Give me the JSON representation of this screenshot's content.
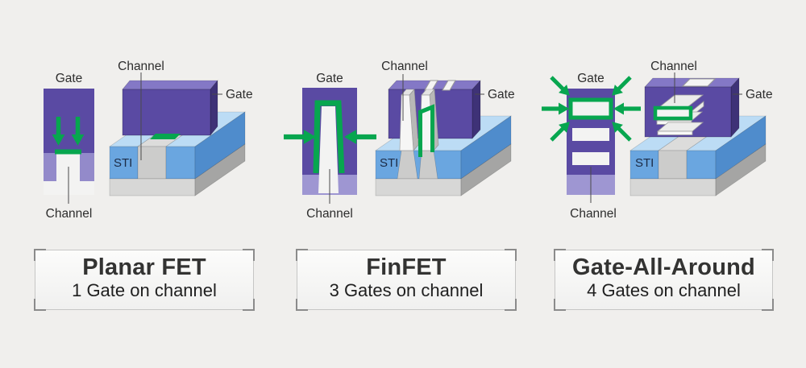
{
  "colors": {
    "background": "#f0efed",
    "green": "#07a64f",
    "purple-front": "#5a4aa3",
    "purple-top": "#8478c6",
    "purple-side": "#3e3277",
    "lavender": "#938aca",
    "lavender-light": "#9e96d2",
    "sti-top": "#bcdcf5",
    "sti-front": "#6aa6e0",
    "sti-side": "#4f8ccc",
    "gray-top": "#dcdcdb",
    "gray-front": "#cccccb",
    "base-front": "#d7d7d6",
    "base-side": "#a5a5a4",
    "white-fill": "#f3f3f2",
    "text": "#2d2d2d",
    "sti-text": "#1c2b45"
  },
  "panels": [
    {
      "title": "Planar FET",
      "subtitle": "1 Gate on channel",
      "labels": {
        "gate_2d": "Gate",
        "channel_2d": "Channel",
        "channel_3d": "Channel",
        "gate_3d": "Gate",
        "sti": "STI"
      }
    },
    {
      "title": "FinFET",
      "subtitle": "3 Gates on channel",
      "labels": {
        "gate_2d": "Gate",
        "channel_2d": "Channel",
        "channel_3d": "Channel",
        "gate_3d": "Gate",
        "sti": "STI"
      }
    },
    {
      "title": "Gate-All-Around",
      "subtitle": "4 Gates on channel",
      "labels": {
        "gate_2d": "Gate",
        "channel_2d": "Channel",
        "channel_3d": "Channel",
        "gate_3d": "Gate",
        "sti": "STI"
      }
    }
  ]
}
